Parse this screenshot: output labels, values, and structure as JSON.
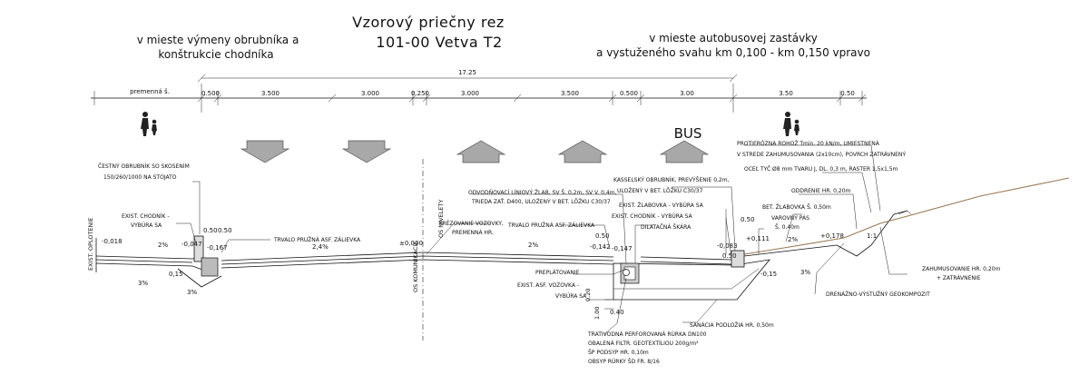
{
  "title": {
    "line1": "Vzorový priečny rez",
    "line2": "101-00 Vetva T2"
  },
  "left_header": {
    "line1": "v mieste výmeny obrubníka a",
    "line2": "konštrukcie chodníka"
  },
  "right_header": {
    "line1": "v mieste autobusovej zastávky",
    "line2": "a vystuženého svahu km 0,100 - km 0,150 vpravo"
  },
  "dimensions": {
    "total": "17.25",
    "variable": "premenná š.",
    "d1": "0.500",
    "d2": "3.500",
    "d3": "3.000",
    "d4": "0.250",
    "d5": "3.000",
    "d6": "3.500",
    "d7": "0.500",
    "d8": "3.00",
    "d9": "3.50",
    "d10": "0.50"
  },
  "bus_label": "BUS",
  "axes": {
    "communication": "OS KOMUNIKÁCIE",
    "grade": "OS NIVELETY"
  },
  "fence": "EXIST. OPLOTENIE",
  "slopes": {
    "s1": "2%",
    "s2": "2,4%",
    "s3": "2%",
    "s4": "2%",
    "s5": "3%",
    "s6": "3%",
    "s7": "3%",
    "s8": "1:1"
  },
  "levels": {
    "l1": "-0,018",
    "l2": "-0,047",
    "l3": "-0,167",
    "l4": "±0,000",
    "l5": "-0,142",
    "l6": "-0,147",
    "l7": "-0,083",
    "l8": "+0,111",
    "l9": "+0,178",
    "l10": "0,15",
    "l11": "-0,15"
  },
  "small_dims": {
    "a": "0.50",
    "b": "0.50",
    "c": "0.50",
    "d": "0.50",
    "e": "0.40",
    "f": "0,20",
    "g": "1.00",
    "h": "0.50"
  },
  "notes": {
    "n1a": "ČESTNÝ OBRUBNÍK SO SKOSENÍM",
    "n1b": "150/260/1000 NA STOJATO",
    "n2a": "EXIST. CHODNÍK -",
    "n2b": "VYBÚRA SA",
    "n3": "TRVALO PRUŽNÁ ASF. ZÁLIEVKA",
    "n4a": "ODVODŇOVACÍ LÍNIOVÝ ŽLAB, SV Š. 0,2m, SV V. 0,4m,",
    "n4b": "TRIEDA ZAŤ. D400, ULOŽENÝ V BET. LÔŽKU C30/37",
    "n5a": "FRÉZOVANIE VOZOVKY,",
    "n5b": "PREMENNÁ HR.",
    "n6": "TRVALO PRUŽNÁ ASF. ZÁLIEVKA",
    "n7a": "KASSELSKÝ OBRUBNÍK, PREVÝŠENIE 0,2m,",
    "n7b": "ULOŽENÝ V BET. LÔŽKU C30/37",
    "n8": "EXIST. ŽLABOVKA - VYBÚRA SA",
    "n9": "EXIST. CHODNÍK - VYBÚRA SA",
    "n10": "DILATAČNÁ ŠKÁRA",
    "n11a": "PROTIERÓZNA ROHOŽ Tmin. 20 kN/m, UMIESTNENÁ",
    "n11b": "V STREDE ZAHUMUSOVANIA (2x10cm), POVRCH ZATRÁVNENÝ",
    "n12": "OCEĽ TYČ Ø8 mm TVARU J, DL. 0,3 m, RASTER 1,5x1,5m",
    "n13": "ODDRENIE HR. 0,20m",
    "n14": "BET. ŽLABOVKA Š. 0,50m",
    "n15a": "VAROVNÝ PÁS",
    "n15b": "Š. 0,40m",
    "n16a": "ZAHUMUSOVANIE HR. 0,20m",
    "n16b": "+ ZATRÁVNENIE",
    "n17": "DRENÁŽNO-VÝSTUŽNÝ GEOKOMPOZIT",
    "n18": "PREPLÁTOVANIE",
    "n19a": "EXIST. ASF. VOZOVKA -",
    "n19b": "VYBÚRA SA",
    "n20": "SANÁCIA PODLOŽIA HR. 0,50m",
    "n21a": "TRATIVODNÁ PERFOROVANÁ RÚRKA DN100",
    "n21b": "OBALENÁ FILTR. GEOTEXTÍLIOU 200g/m²",
    "n21c": "ŠP PODSYP HR. 0,10m",
    "n21d": "OBSYP RÚRKY ŠD FR. 8/16"
  }
}
